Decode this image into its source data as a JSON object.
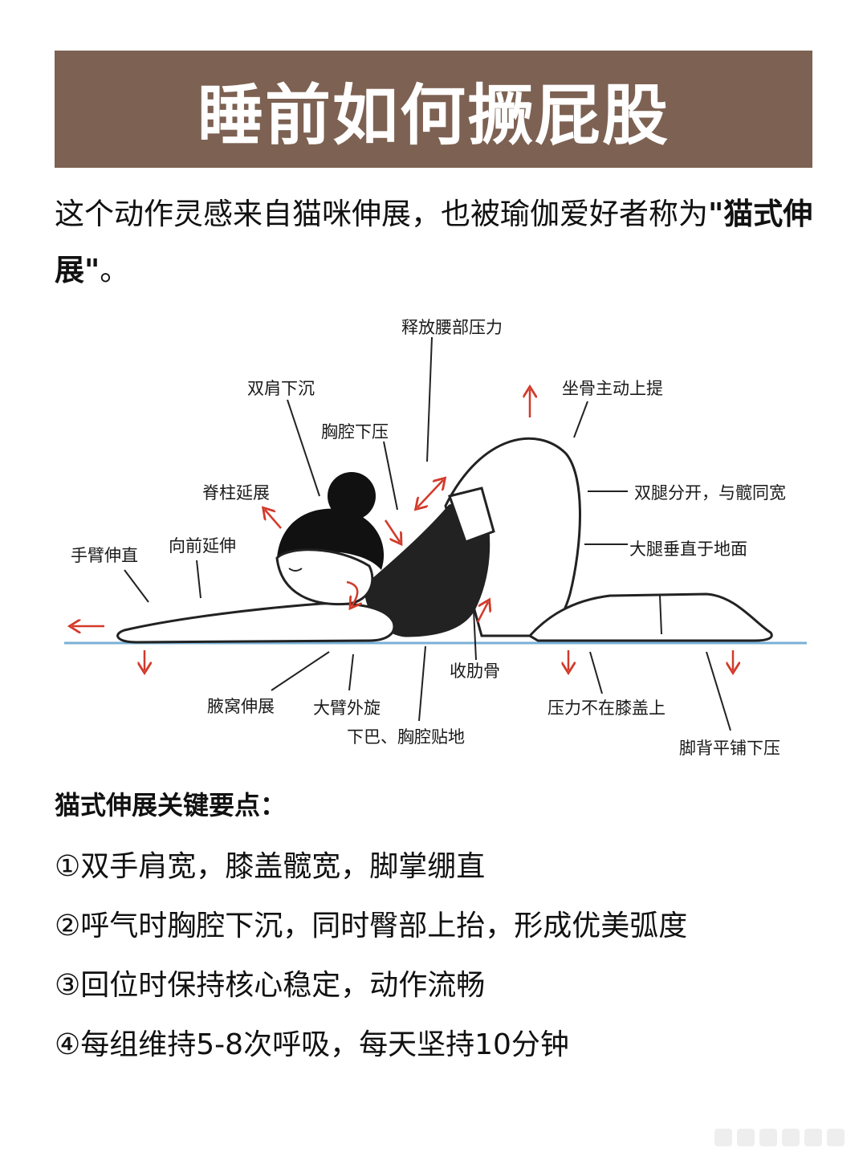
{
  "title": "睡前如何撅屁股",
  "intro": {
    "part1": "这个动作灵感来自猫咪伸展，也被瑜伽爱好者称为",
    "bold": "\"猫式伸展\"",
    "part2": "。"
  },
  "labels": {
    "release_lower_back": "释放腰部压力",
    "shoulders_down": "双肩下沉",
    "sit_bones_up": "坐骨主动上提",
    "chest_down": "胸腔下压",
    "spine_extend": "脊柱延展",
    "legs_apart": "双腿分开，与髋同宽",
    "arms_straight": "手臂伸直",
    "reach_forward": "向前延伸",
    "thighs_vertical": "大腿垂直于地面",
    "armpit_stretch": "腋窝伸展",
    "upper_arm_rotate": "大臂外旋",
    "ribs_in": "收肋骨",
    "no_knee_pressure": "压力不在膝盖上",
    "chin_chest_floor": "下巴、胸腔贴地",
    "feet_flat": "脚背平铺下压"
  },
  "points": {
    "title": "猫式伸展关键要点：",
    "items": [
      "①双手肩宽，膝盖髋宽，脚掌绷直",
      "②呼气时胸腔下沉，同时臀部上抬，形成优美弧度",
      "③回位时保持核心稳定，动作流畅",
      "④每组维持5-8次呼吸，每天坚持10分钟"
    ]
  },
  "colors": {
    "banner": "#7d6152",
    "arrow": "#d23a2a",
    "floor": "#7ab0d6",
    "body_dark": "#222222"
  }
}
